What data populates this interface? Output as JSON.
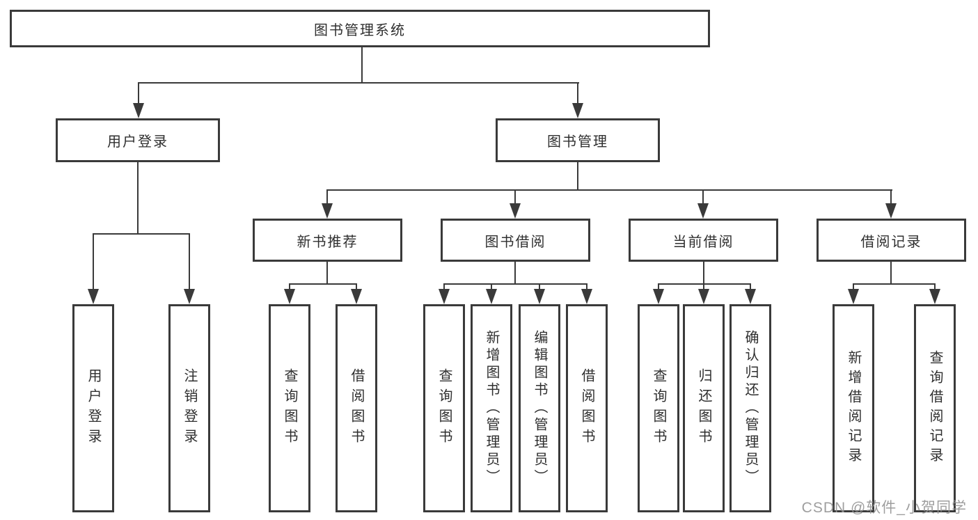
{
  "diagram": {
    "type": "hierarchy-tree",
    "colors": {
      "line": "#3a3a3a",
      "box_border": "#3a3a3a",
      "box_fill": "#ffffff",
      "text": "#2f2f2f",
      "background": "#ffffff",
      "watermark": "#949494"
    },
    "tree": {
      "label": "图书管理系统",
      "children": [
        {
          "label": "用户登录",
          "children": [
            {
              "label": "用户登录"
            },
            {
              "label": "注销登录"
            }
          ]
        },
        {
          "label": "图书管理",
          "children": [
            {
              "label": "新书推荐",
              "children": [
                {
                  "label": "查询图书"
                },
                {
                  "label": "借阅图书"
                }
              ]
            },
            {
              "label": "图书借阅",
              "children": [
                {
                  "label": "查询图书"
                },
                {
                  "label": "新增图书（管理员）"
                },
                {
                  "label": "编辑图书（管理员）"
                },
                {
                  "label": "借阅图书"
                }
              ]
            },
            {
              "label": "当前借阅",
              "children": [
                {
                  "label": "查询图书"
                },
                {
                  "label": "归还图书"
                },
                {
                  "label": "确认归还（管理员）"
                }
              ]
            },
            {
              "label": "借阅记录",
              "children": [
                {
                  "label": "新增借阅记录"
                },
                {
                  "label": "查询借阅记录"
                }
              ]
            }
          ]
        }
      ]
    },
    "watermark": {
      "text": "CSDN @软件_小贺同学"
    }
  }
}
